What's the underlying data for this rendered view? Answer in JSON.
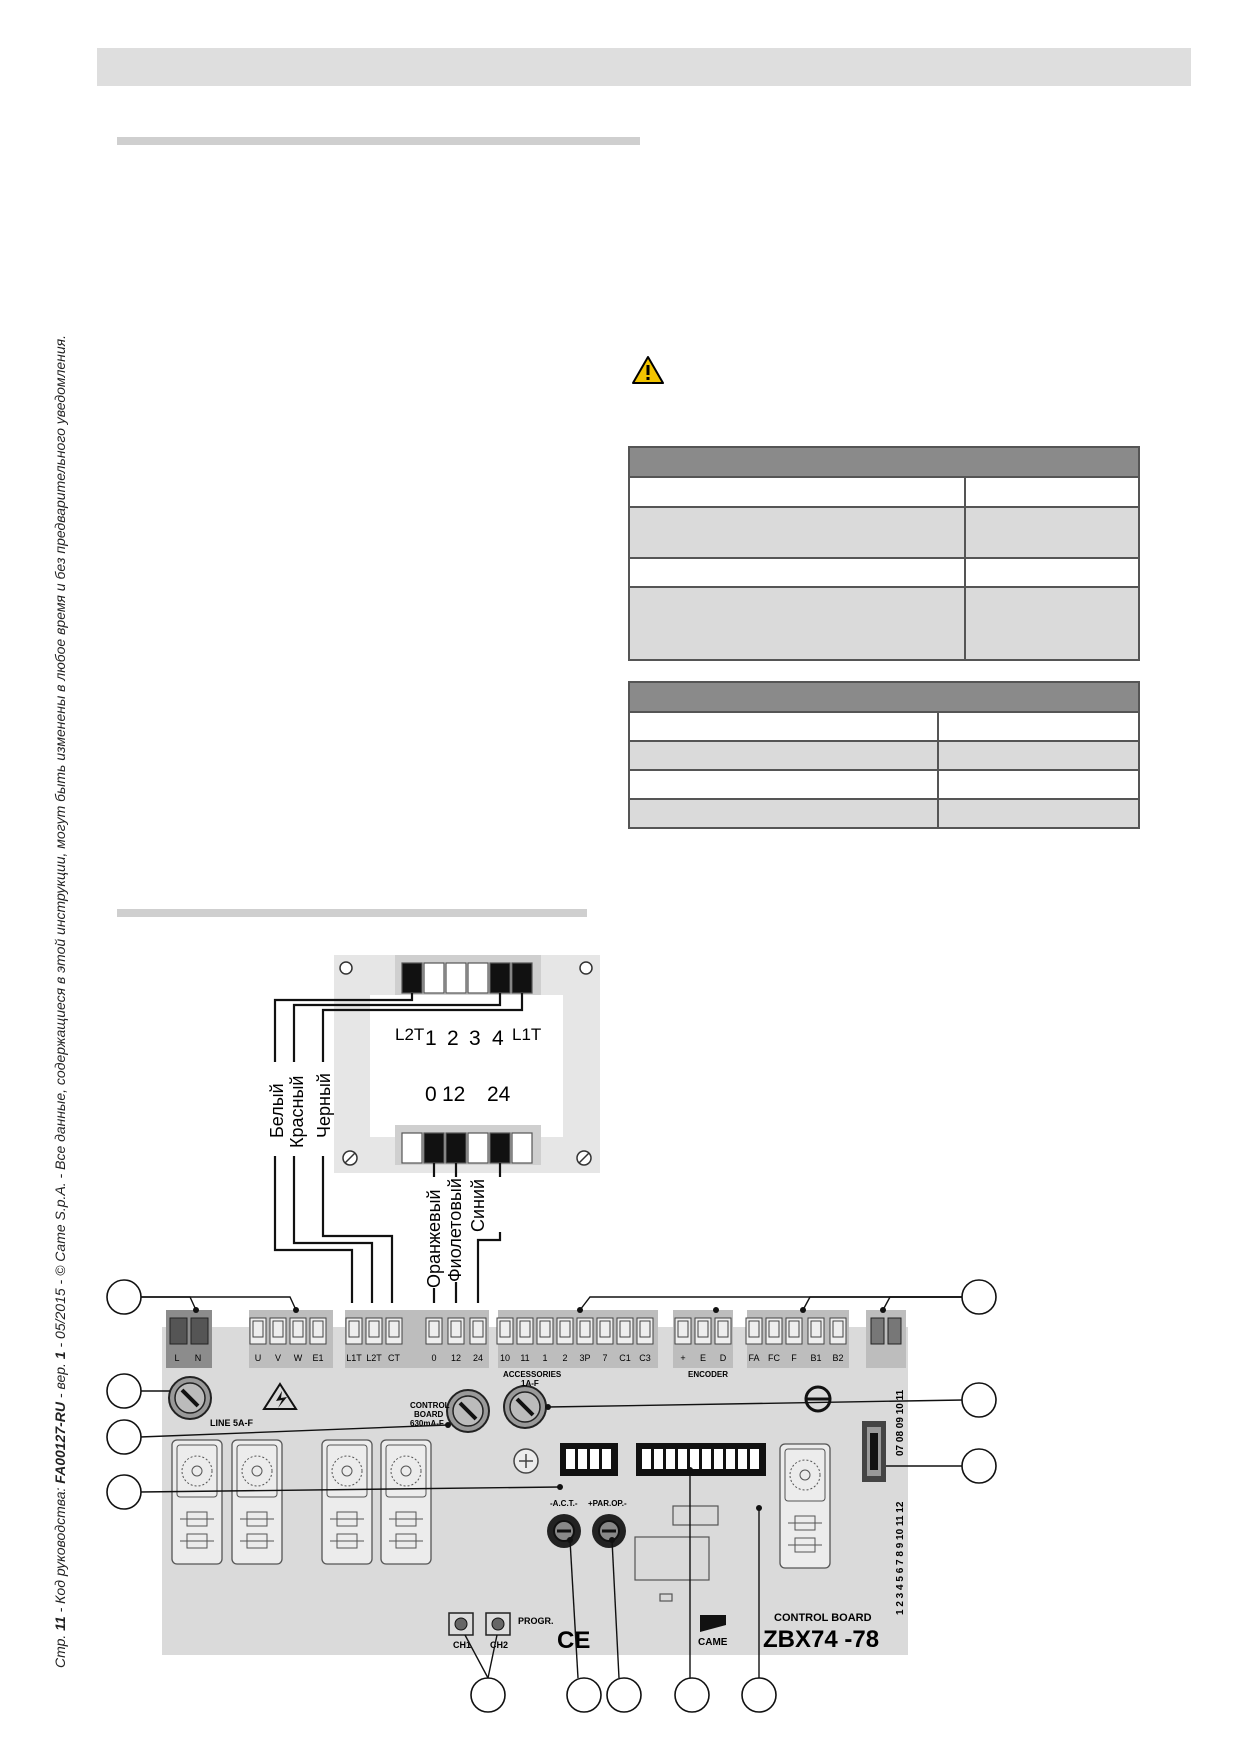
{
  "footer": {
    "page_label": "Стр.",
    "page_number": "11",
    "code_label": "- Код руководства:",
    "manual_code": "FA00127-RU",
    "version_label": "- вер.",
    "version": "1",
    "date_copyright": "- 05/2015 - © Came S.p.A. - Все данные, содержащиеся в этой инструкции, могут быть изменены в любое время и без предварительного уведомления."
  },
  "transformer": {
    "top_labels": [
      "L2T",
      "1",
      "2",
      "3",
      "4",
      "L1T"
    ],
    "bottom_labels": [
      "0",
      "12",
      "24"
    ]
  },
  "wires": {
    "primary": [
      "Белый",
      "Красный",
      "Черный"
    ],
    "secondary": [
      "Оранжевый",
      "Фиолетовый",
      "Синий"
    ]
  },
  "board": {
    "terminals": [
      "L",
      "N",
      "U",
      "V",
      "W",
      "E1",
      "L1T",
      "L2T",
      "CT",
      "0",
      "12",
      "24",
      "10",
      "11",
      "1",
      "2",
      "3P",
      "7",
      "C1",
      "C3",
      "+",
      "E",
      "D",
      "FA",
      "FC",
      "F",
      "B1",
      "B2"
    ],
    "fuse_line": "LINE 5A-F",
    "fuse_board": [
      "CONTROL",
      "BOARD",
      "630mA-F"
    ],
    "fuse_accessories": [
      "ACCESSORIES",
      "1A-F"
    ],
    "encoder_label": "ENCODER",
    "trimmer_act": "-A.C.T.-",
    "trimmer_parop": "+PAR.OP.-",
    "buttons": [
      "CH1",
      "CH2"
    ],
    "progr_label": "PROGR.",
    "ce_mark": "CE",
    "brand": "CAME",
    "board_caption": "CONTROL BOARD",
    "board_model": "ZBX74 -78",
    "connector_numbers_upper": "07 08 09 10 11",
    "connector_numbers_lower": "1 2 3 4 5 6 7 8 9 10 11 12"
  }
}
